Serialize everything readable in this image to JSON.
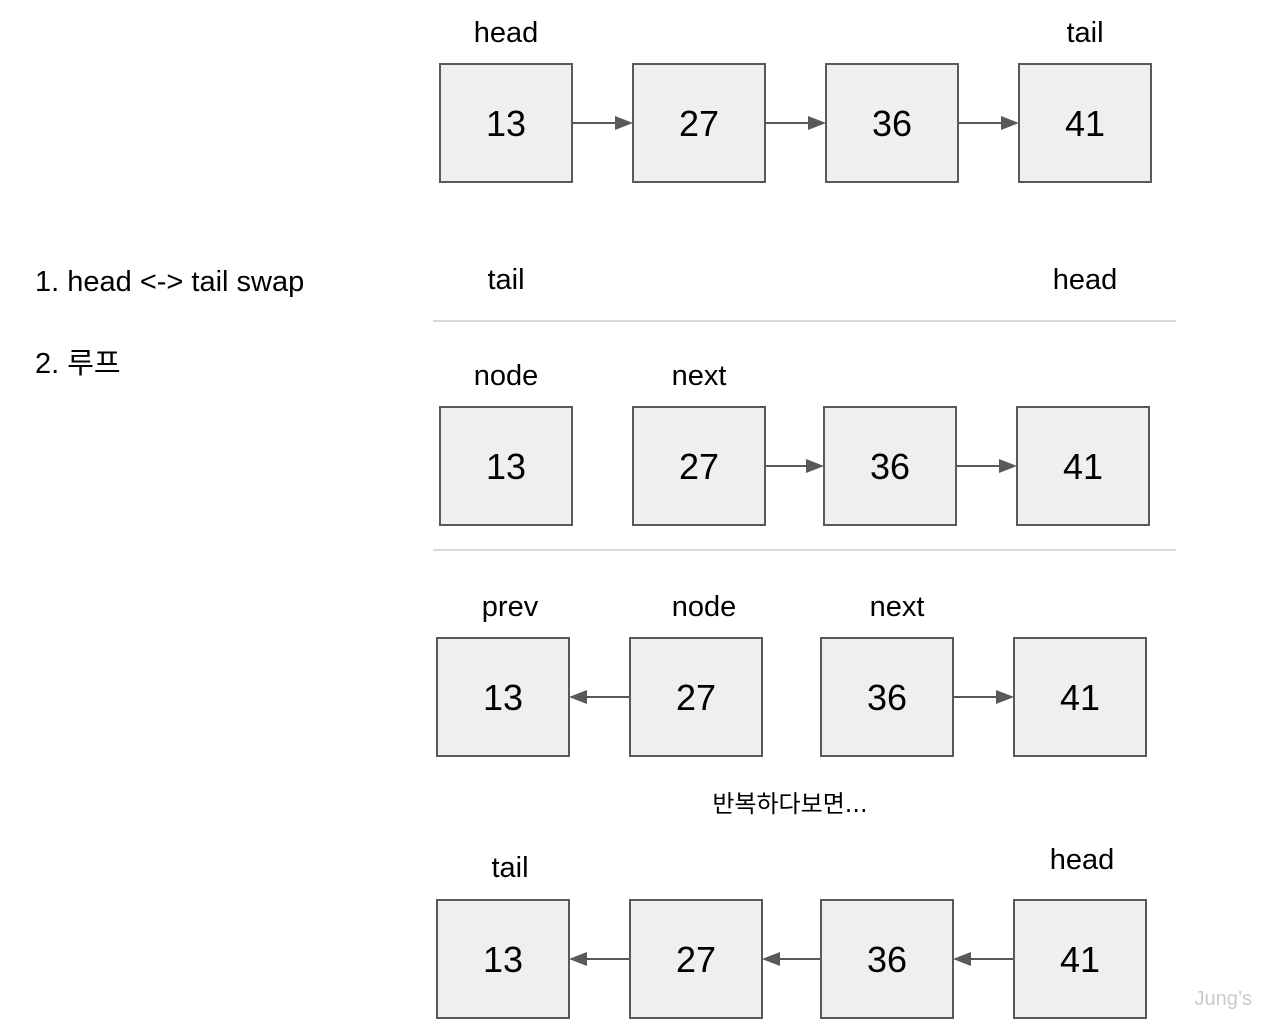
{
  "steps": [
    {
      "text": "1. head <-> tail swap"
    },
    {
      "text": "2. 루프"
    }
  ],
  "rows": [
    {
      "nodes": [
        "13",
        "27",
        "36",
        "41"
      ],
      "links": [
        "right",
        "right",
        "right"
      ],
      "labels": [
        "head",
        "",
        "",
        "tail"
      ]
    },
    {
      "nodes": [],
      "links": [],
      "labels": [
        "tail",
        "",
        "",
        "head"
      ]
    },
    {
      "nodes": [
        "13",
        "27",
        "36",
        "41"
      ],
      "links": [
        "none",
        "right",
        "right"
      ],
      "labels": [
        "node",
        "next",
        "",
        ""
      ]
    },
    {
      "nodes": [
        "13",
        "27",
        "36",
        "41"
      ],
      "links": [
        "left",
        "none",
        "right"
      ],
      "labels": [
        "prev",
        "node",
        "next",
        ""
      ]
    },
    {
      "nodes": [
        "13",
        "27",
        "36",
        "41"
      ],
      "links": [
        "left",
        "left",
        "left"
      ],
      "labels": [
        "tail",
        "",
        "",
        "head"
      ]
    }
  ],
  "caption": "반복하다보면...",
  "watermark": "Jung’s",
  "colors": {
    "node_fill": "#efefef",
    "node_stroke": "#595959",
    "arrow": "#595959",
    "divider": "#d9d9d9",
    "watermark": "#c9c9c9"
  }
}
